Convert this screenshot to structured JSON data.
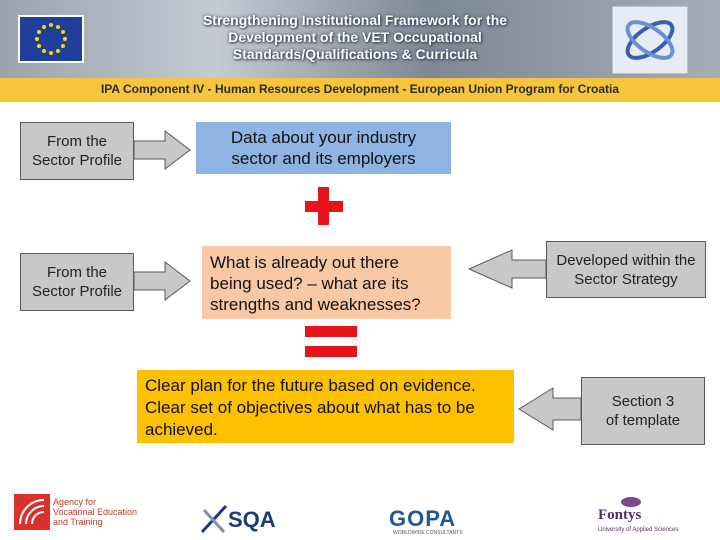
{
  "header": {
    "title_line1": "Strengthening Institutional Framework for the",
    "title_line2": "Development of the VET Occupational",
    "title_line3": "Standards/Qualifications & Curricula",
    "subtitle": "IPA Component IV - Human Resources Development - European Union Program for Croatia"
  },
  "diagram": {
    "source_box_1": {
      "line1": "From the",
      "line2": "Sector Profile"
    },
    "source_box_2": {
      "line1": "From the",
      "line2": "Sector Profile"
    },
    "industry_box": {
      "line1": "Data about your industry",
      "line2": "sector and its employers"
    },
    "existing_box": {
      "text": "What is already out there being used? – what are its strengths and weaknesses?"
    },
    "strategy_box": {
      "line1": "Developed within the",
      "line2": "Sector Strategy"
    },
    "plan_box": {
      "text": "Clear plan for the future based on evidence. Clear set of objectives about what has to be achieved."
    },
    "template_box": {
      "line1": "Section 3",
      "line2": "of template"
    },
    "colors": {
      "plus": "#e8141b",
      "equals": "#e8141b",
      "industry_fill": "#8fb4e3",
      "existing_fill": "#f9c9a6",
      "plan_fill": "#ffc000",
      "arrow_fill": "#c8c8c8"
    }
  },
  "footer": {
    "aveti": {
      "line1": "Agency for",
      "line2": "Vocational Education",
      "line3": "and Training"
    },
    "sqa": "SQA",
    "gopa": "GOPA",
    "gopa_sub": "WORLDWIDE CONSULTANTS",
    "fontys": "Fontys",
    "fontys_sub": "University of Applied Sciences"
  }
}
